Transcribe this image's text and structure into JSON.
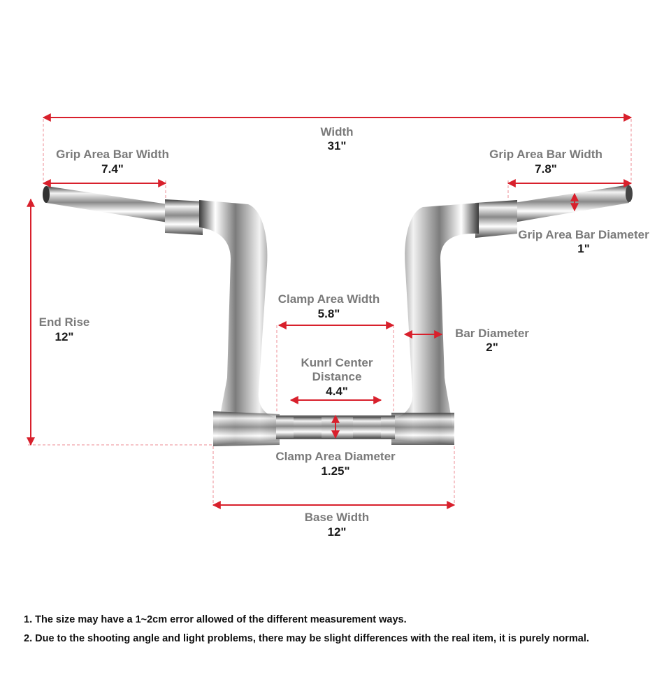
{
  "dimensions": {
    "width": {
      "label": "Width",
      "value": "31\""
    },
    "grip_left": {
      "label": "Grip Area Bar Width",
      "value": "7.4\""
    },
    "grip_right": {
      "label": "Grip Area Bar Width",
      "value": "7.8\""
    },
    "grip_diameter": {
      "label": "Grip Area Bar Diameter",
      "value": "1\""
    },
    "end_rise": {
      "label": "End Rise",
      "value": "12\""
    },
    "clamp_width": {
      "label": "Clamp Area Width",
      "value": "5.8\""
    },
    "bar_diameter": {
      "label": "Bar Diameter",
      "value": "2\""
    },
    "knurl": {
      "label_line1": "Kunrl Center",
      "label_line2": "Distance",
      "value": "4.4\""
    },
    "clamp_diameter": {
      "label": "Clamp Area Diameter",
      "value": "1.25\""
    },
    "base_width": {
      "label": "Base Width",
      "value": "12\""
    }
  },
  "notes": [
    "1. The size may have a 1~2cm error allowed of the different measurement ways.",
    "2. Due to the shooting angle and light problems, there may be slight differences with the real item, it is purely normal."
  ],
  "colors": {
    "dimension_line": "#d8202c",
    "extension_line": "#f0a0a6",
    "label_text": "#7a7a7a",
    "value_text": "#1a1a1a"
  }
}
